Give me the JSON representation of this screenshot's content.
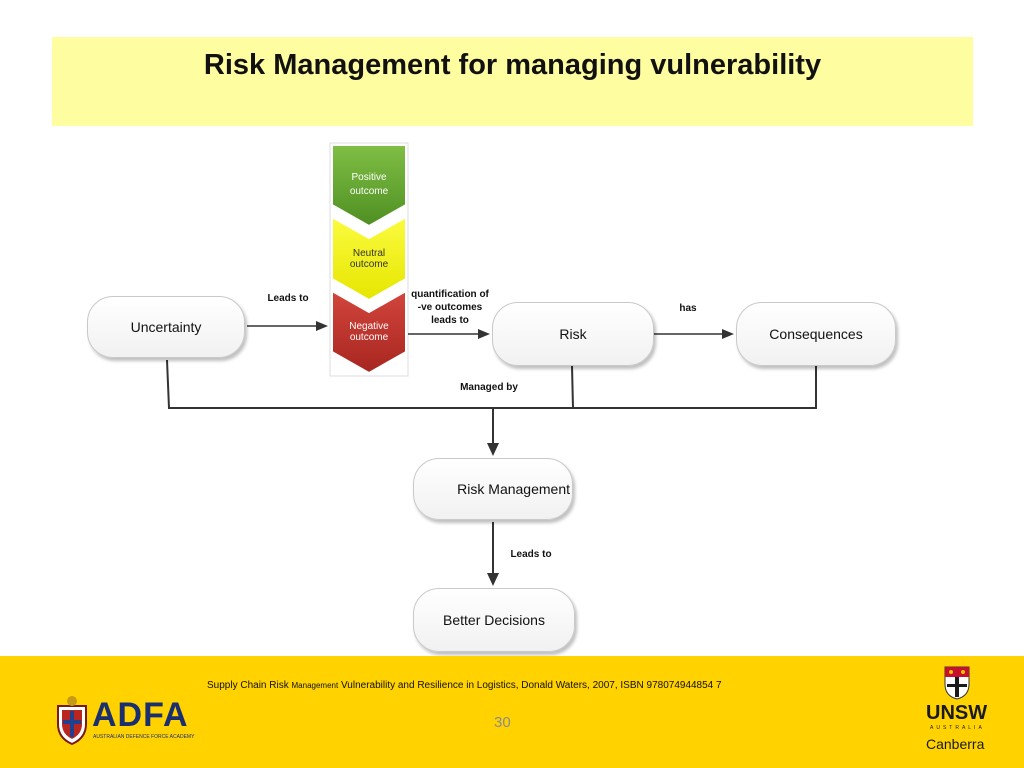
{
  "header": {
    "title": "Risk Management for managing vulnerability"
  },
  "outcomes": {
    "positive": [
      "Positive",
      "outcome"
    ],
    "neutral": [
      "Neutral",
      "outcome"
    ],
    "negative": [
      "Negative",
      "outcome"
    ]
  },
  "nodes": {
    "uncertainty": "Uncertainty",
    "risk": "Risk",
    "consequences": "Consequences",
    "risk_management": "Risk Management",
    "better_decisions": "Better Decisions"
  },
  "labels": {
    "leads_to_1": "Leads to",
    "quantification": [
      "quantification of",
      "-ve outcomes",
      "leads to"
    ],
    "has": "has",
    "managed_by": "Managed by",
    "leads_to_2": "Leads to"
  },
  "footer": {
    "citation_part1": "Supply Chain Risk",
    "citation_small": "Management",
    "citation_part2": "Vulnerability and Resilience in Logistics, Donald Waters, 2007, ISBN 978074944854 7",
    "page_number": "30",
    "adfa_name": "ADFA",
    "adfa_subtitle": "AUSTRALIAN DEFENCE FORCE ACADEMY",
    "unsw_name": "UNSW",
    "unsw_sub": "AUSTRALIA",
    "unsw_campus": "Canberra"
  },
  "colors": {
    "title_band": "#fefea0",
    "footer_band": "#ffd200",
    "positive": "#6aa834",
    "neutral": "#f2f20a",
    "negative": "#c1362f"
  }
}
